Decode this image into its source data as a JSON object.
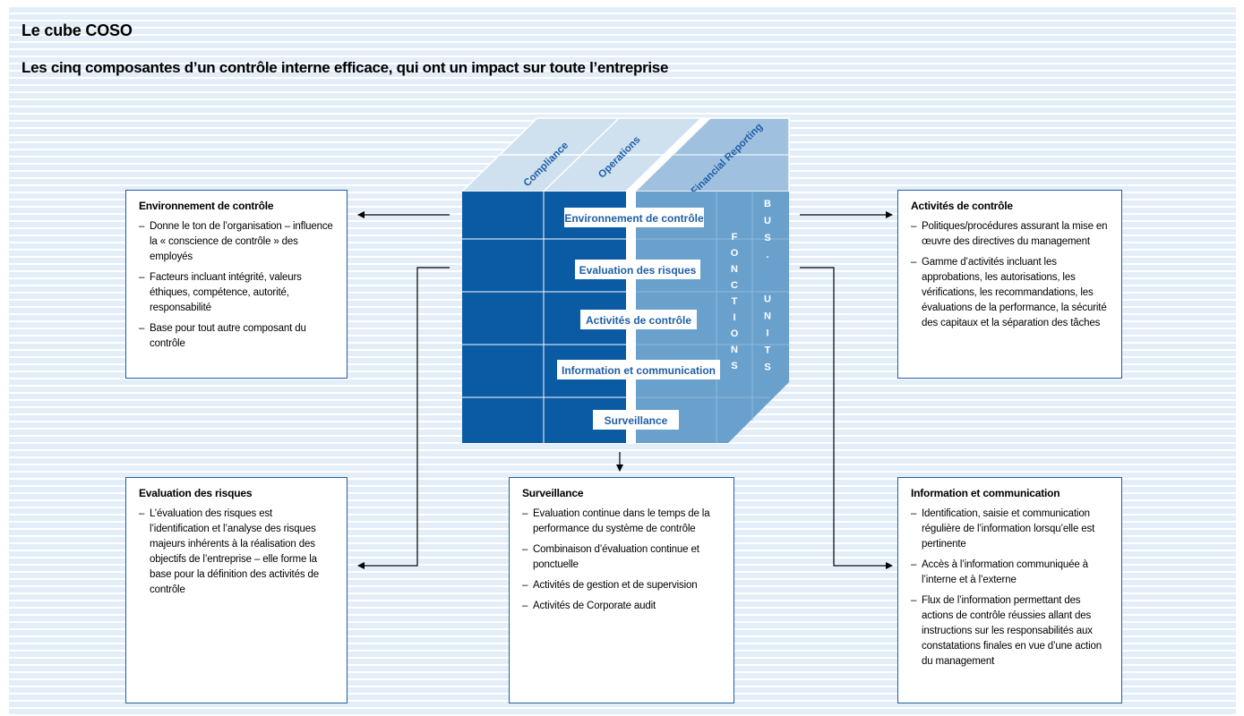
{
  "title": "Le cube COSO",
  "subtitle": "Les cinq composantes d’un contrôle interne efficace, qui ont un impact sur toute l’entreprise",
  "colors": {
    "dark_blue": "#0a5aa4",
    "mid_blue": "#6aa1cc",
    "light_top": "#cfe0ef",
    "border": "#1f5fa6"
  },
  "cube": {
    "top_labels": [
      "Compliance",
      "Operations",
      "Financial Reporting"
    ],
    "front_labels": [
      "Environnement de contrôle",
      "Evaluation des risques",
      "Activités de contrôle",
      "Information et communication",
      "Surveillance"
    ],
    "side_labels": {
      "fonctions": "FONCTIONS",
      "bus_units": "BUS. UNITS"
    }
  },
  "boxes": {
    "environnement": {
      "title": "Environnement de contrôle",
      "items": [
        "Donne le ton de l’organisation – influence la « conscience de contrôle » des employés",
        "Facteurs incluant intégrité, valeurs éthiques, compétence, autorité, responsabilité",
        "Base pour tout autre composant du contrôle"
      ]
    },
    "risques": {
      "title": "Evaluation des risques",
      "items": [
        "L’évaluation des risques est l’identification et l’analyse des risques majeurs inhérents à la réalisation des objectifs de l’entreprise – elle forme la base pour la définition des activités de contrôle"
      ]
    },
    "surveillance": {
      "title": "Surveillance",
      "items": [
        "Evaluation continue dans le temps de la performance du système de contrôle",
        "Combinaison d’évaluation continue et ponctuelle",
        "Activités de gestion et de supervision",
        "Activités de Corporate audit"
      ]
    },
    "activites": {
      "title": "Activités de contrôle",
      "items": [
        "Politiques/procédures assurant la mise en œuvre des directives du management",
        "Gamme d’activités incluant les approbations, les autorisations, les vérifications, les recommandations, les évaluations de la performance, la sécurité des capitaux et la séparation des tâches"
      ]
    },
    "information": {
      "title": "Information et communication",
      "items": [
        "Identification, saisie et communication régulière de l’information lorsqu’elle est pertinente",
        "Accès à l’information communiquée à l’interne et à l’externe",
        "Flux de l’information permettant des actions de contrôle réussies allant des instructions sur les responsabilités aux constatations finales en vue d’une action du management"
      ]
    }
  },
  "dash_char": "–"
}
